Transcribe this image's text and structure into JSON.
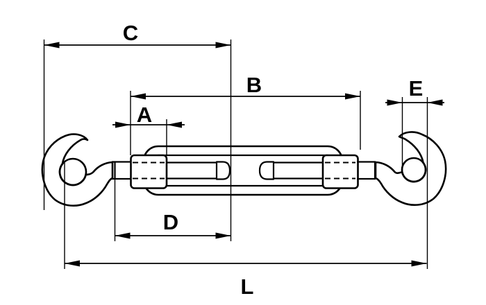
{
  "diagram": {
    "type": "technical-drawing",
    "subject": "Hook-and-hook turnbuckle dimensional line drawing",
    "labels": {
      "a": "A",
      "b": "B",
      "c": "C",
      "d": "D",
      "e": "E",
      "l": "L"
    }
  },
  "colors": {
    "line": "#000000",
    "background": "#ffffff"
  }
}
